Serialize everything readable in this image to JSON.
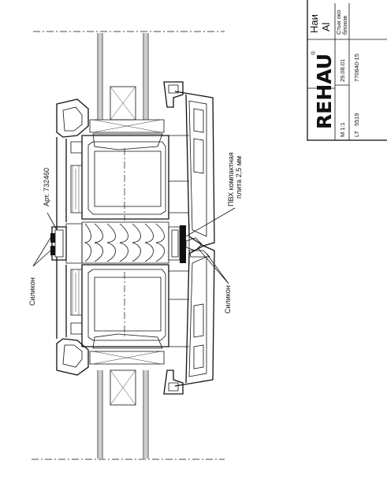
{
  "labels": {
    "article": "Арт. 732460",
    "silicone_left": "Силикон",
    "silicone_right": "Силикон",
    "pvc_plate_line1": "ПВХ компактная",
    "pvc_plate_line2": "плита 2,5 мм"
  },
  "title_block": {
    "logo": "REHAU",
    "registered": "®",
    "name_line1": "Наи",
    "name_line2": "Al",
    "desc_line1": "Стык око",
    "desc_line2": "блоков",
    "scale": "М 1:1",
    "date": "29.08.01",
    "lt_label": "LT",
    "lt_number": "5519",
    "drawing_number": "770640-15"
  }
}
